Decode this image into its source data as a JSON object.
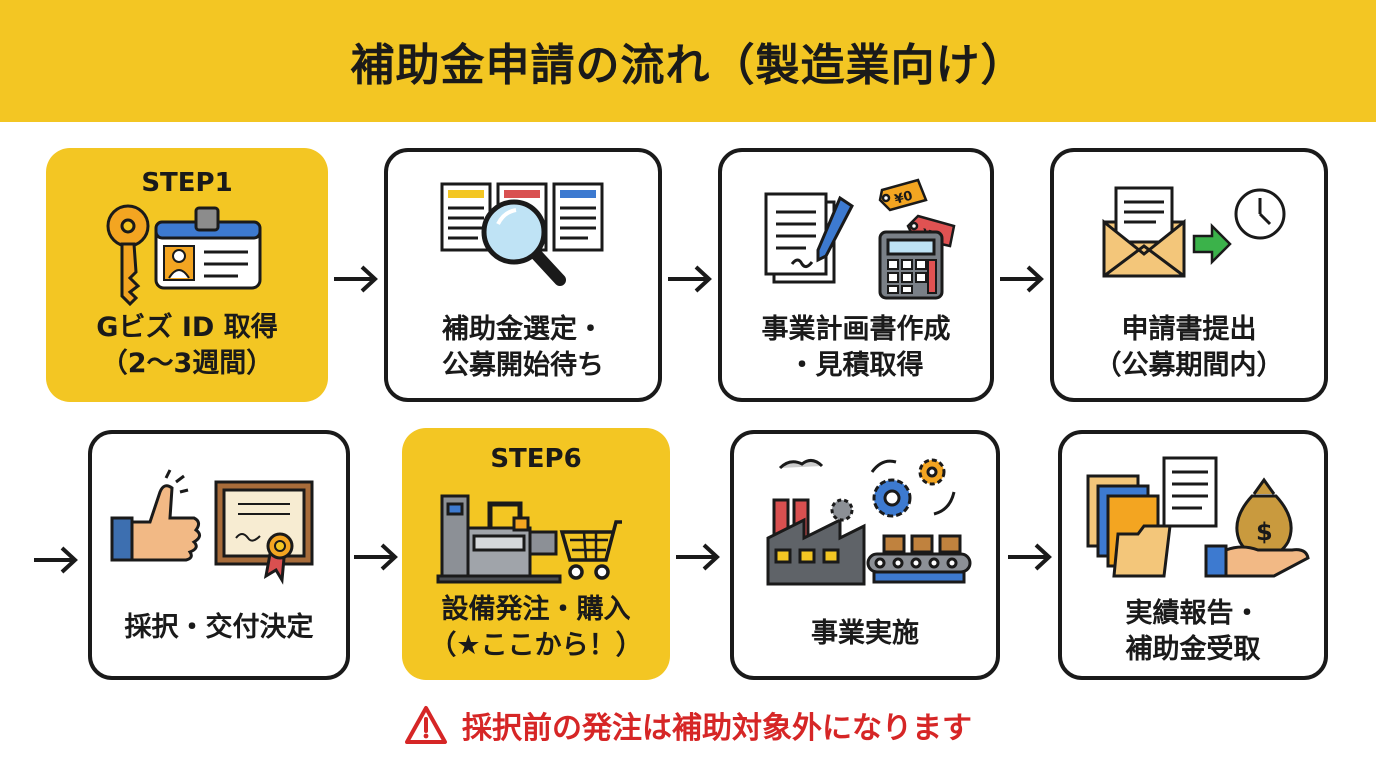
{
  "title": "補助金申請の流れ（製造業向け）",
  "steps": [
    {
      "badge": "STEP1",
      "line1": "Gビズ ID 取得",
      "line2": "（2〜3週間）",
      "icons": [
        "key-icon",
        "id-card-icon"
      ]
    },
    {
      "badge": "",
      "line1": "補助金選定・",
      "line2": "公募開始待ち",
      "icons": [
        "documents-icon",
        "magnifier-icon"
      ]
    },
    {
      "badge": "",
      "line1": "事業計画書作成",
      "line2": "・見積取得",
      "icons": [
        "document-pen-icon",
        "price-tag-icon",
        "calculator-icon"
      ]
    },
    {
      "badge": "",
      "line1": "申請書提出",
      "line2": "（公募期間内）",
      "icons": [
        "envelope-icon",
        "arrow-right-icon",
        "clock-icon"
      ]
    },
    {
      "badge": "",
      "line1": "採択・交付決定",
      "line2": "",
      "icons": [
        "thumbs-up-icon",
        "certificate-icon"
      ]
    },
    {
      "badge": "STEP6",
      "line1": "設備発注・購入",
      "line2": "（★ここから！）",
      "icons": [
        "machine-icon",
        "shopping-cart-icon"
      ]
    },
    {
      "badge": "",
      "line1": "事業実施",
      "line2": "",
      "icons": [
        "factory-icon",
        "gears-icon",
        "conveyor-icon"
      ]
    },
    {
      "badge": "",
      "line1": "実績報告・",
      "line2": "補助金受取",
      "icons": [
        "folders-icon",
        "money-bag-icon",
        "hand-icon"
      ]
    }
  ],
  "price_tag_text": "¥0",
  "warning": {
    "icon": "warning-icon",
    "text": "採択前の発注は補助対象外になります"
  },
  "colors": {
    "accent": "#f3c623",
    "warning": "#d62626",
    "border": "#1a1a1a"
  }
}
